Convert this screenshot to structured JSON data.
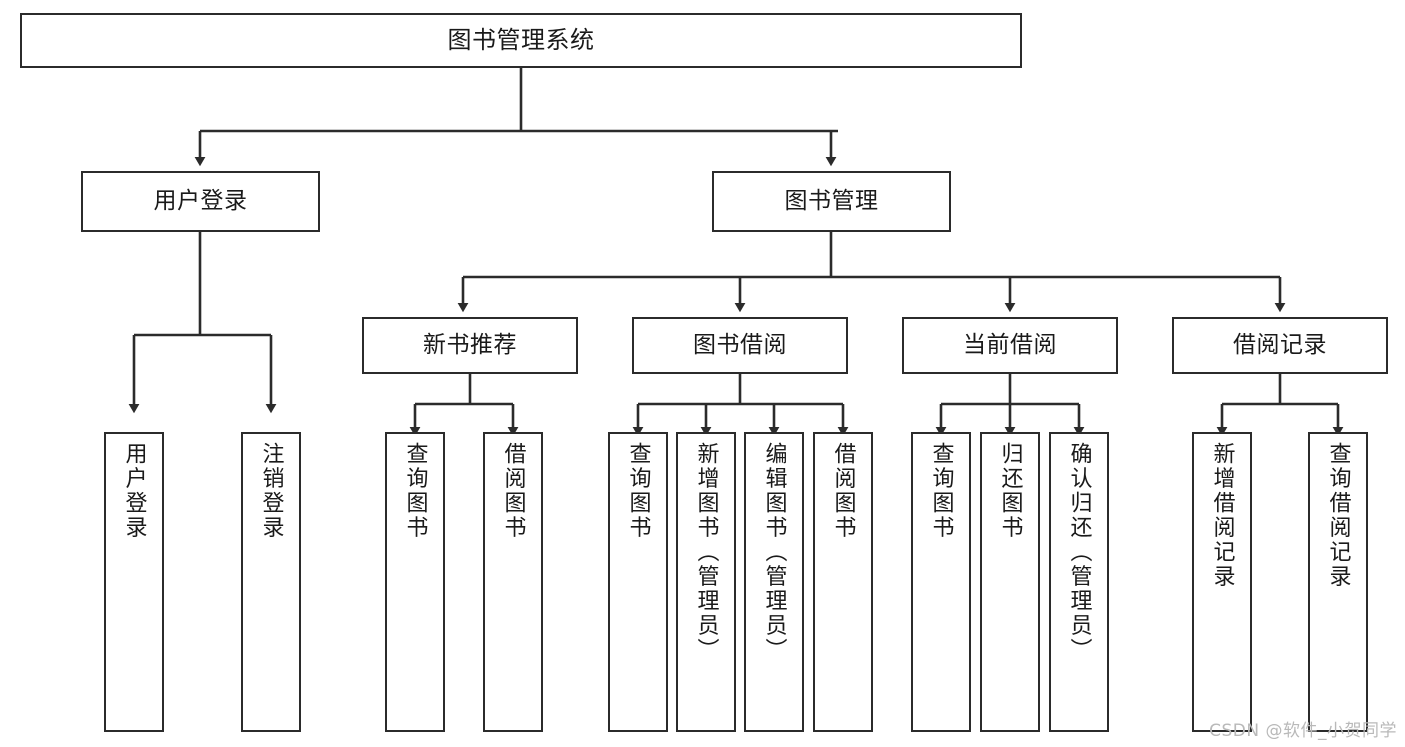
{
  "diagram": {
    "title": "图书管理系统",
    "type": "tree",
    "colors": {
      "box_border": "#2b2b2b",
      "box_fill": "#ffffff",
      "line": "#2b2b2b",
      "text": "#1a1a1a",
      "watermark": "#b9b9b9",
      "background": "#ffffff"
    },
    "root": {
      "label": "图书管理系统"
    },
    "level2": [
      {
        "id": "user-login",
        "label": "用户登录"
      },
      {
        "id": "book-manage",
        "label": "图书管理"
      }
    ],
    "level3": [
      {
        "id": "new-book-rec",
        "label": "新书推荐",
        "parent": "book-manage"
      },
      {
        "id": "book-borrow",
        "label": "图书借阅",
        "parent": "book-manage"
      },
      {
        "id": "current-borrow",
        "label": "当前借阅",
        "parent": "book-manage"
      },
      {
        "id": "borrow-record",
        "label": "借阅记录",
        "parent": "book-manage"
      }
    ],
    "leaves": [
      {
        "id": "leaf-user-login",
        "label": "用户登录",
        "parent": "user-login"
      },
      {
        "id": "leaf-user-logout",
        "label": "注销登录",
        "parent": "user-login"
      },
      {
        "id": "leaf-rec-query-book",
        "label": "查询图书",
        "parent": "new-book-rec"
      },
      {
        "id": "leaf-rec-borrow-book",
        "label": "借阅图书",
        "parent": "new-book-rec"
      },
      {
        "id": "leaf-borrow-query-book",
        "label": "查询图书",
        "parent": "book-borrow"
      },
      {
        "id": "leaf-borrow-add-book",
        "label": "新增图书（管理员）",
        "parent": "book-borrow"
      },
      {
        "id": "leaf-borrow-edit-book",
        "label": "编辑图书（管理员）",
        "parent": "book-borrow"
      },
      {
        "id": "leaf-borrow-borrow-book",
        "label": "借阅图书",
        "parent": "book-borrow"
      },
      {
        "id": "leaf-cur-query-book",
        "label": "查询图书",
        "parent": "current-borrow"
      },
      {
        "id": "leaf-cur-return-book",
        "label": "归还图书",
        "parent": "current-borrow"
      },
      {
        "id": "leaf-cur-confirm-return",
        "label": "确认归还（管理员）",
        "parent": "current-borrow"
      },
      {
        "id": "leaf-rec-add-record",
        "label": "新增借阅记录",
        "parent": "borrow-record"
      },
      {
        "id": "leaf-rec-query-record",
        "label": "查询借阅记录",
        "parent": "borrow-record"
      }
    ],
    "watermark": "CSDN @软件_小贺同学"
  }
}
